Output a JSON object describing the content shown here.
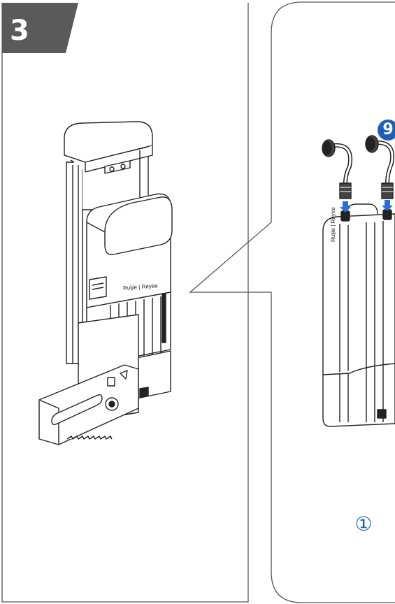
{
  "step": {
    "number": "3"
  },
  "detail": {
    "sub_step": "①",
    "badge": "9"
  },
  "device": {
    "brand": "Ruijie | Reyee"
  },
  "colors": {
    "step_tab": "#5a5a5a",
    "frame": "#444444",
    "accent_blue": "#1e5fb4",
    "arrow_blue": "#2a6fd6"
  }
}
